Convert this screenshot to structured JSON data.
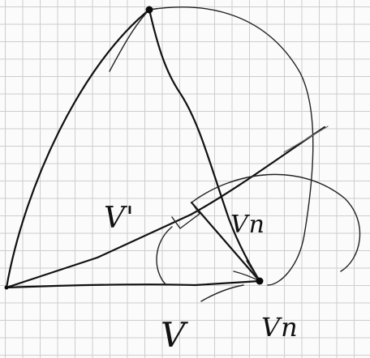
{
  "labels": {
    "v_prime": "V'",
    "vn": "Vn",
    "v": "V",
    "vn_bottom": "Vn"
  },
  "colors": {
    "ink": "#111111",
    "grid": "#cdcdcd",
    "paper": "#fbfbfb"
  }
}
